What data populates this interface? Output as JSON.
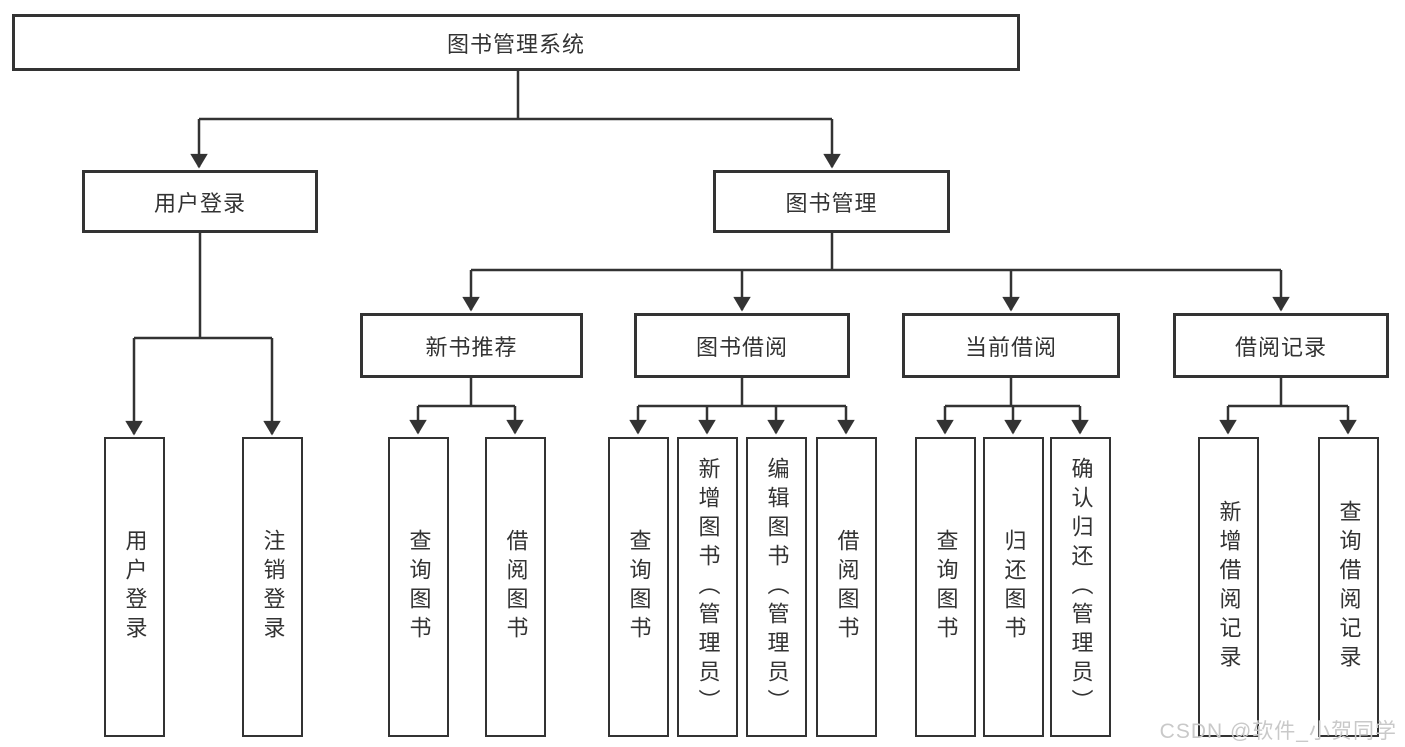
{
  "diagram": {
    "colors": {
      "line": "#333333",
      "text": "#333333",
      "background": "#ffffff",
      "watermark": "#c9c9c9"
    },
    "root": {
      "label": "图书管理系统"
    },
    "level2": [
      {
        "label": "用户登录"
      },
      {
        "label": "图书管理"
      }
    ],
    "level3": [
      {
        "label": "新书推荐",
        "parent": "图书管理"
      },
      {
        "label": "图书借阅",
        "parent": "图书管理"
      },
      {
        "label": "当前借阅",
        "parent": "图书管理"
      },
      {
        "label": "借阅记录",
        "parent": "图书管理"
      }
    ],
    "leaves": [
      {
        "label": "用户登录",
        "parent": "用户登录"
      },
      {
        "label": "注销登录",
        "parent": "用户登录"
      },
      {
        "label": "查询图书",
        "parent": "新书推荐"
      },
      {
        "label": "借阅图书",
        "parent": "新书推荐"
      },
      {
        "label": "查询图书",
        "parent": "图书借阅"
      },
      {
        "label": "新增图书（管理员）",
        "parent": "图书借阅"
      },
      {
        "label": "编辑图书（管理员）",
        "parent": "图书借阅"
      },
      {
        "label": "借阅图书",
        "parent": "图书借阅"
      },
      {
        "label": "查询图书",
        "parent": "当前借阅"
      },
      {
        "label": "归还图书",
        "parent": "当前借阅"
      },
      {
        "label": "确认归还（管理员）",
        "parent": "当前借阅"
      },
      {
        "label": "新增借阅记录",
        "parent": "借阅记录"
      },
      {
        "label": "查询借阅记录",
        "parent": "借阅记录"
      }
    ]
  },
  "watermark": {
    "text": "CSDN @软件_小贺同学"
  }
}
